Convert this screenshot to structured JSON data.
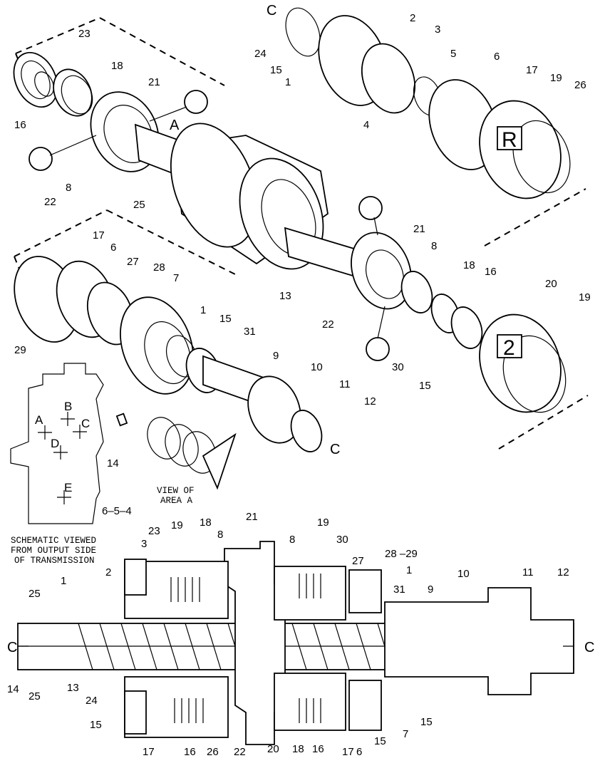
{
  "figure": {
    "section_letter": "C",
    "view_note": [
      "VIEW OF",
      "AREA A"
    ],
    "area_letter": "A",
    "schematic_note": [
      "SCHEMATIC VIEWED",
      "FROM OUTPUT SIDE",
      "OF TRANSMISSION"
    ],
    "schematic_points": [
      "A",
      "B",
      "C",
      "D",
      "E"
    ],
    "clutch_marks": {
      "top": "R",
      "middle": "2"
    }
  },
  "callouts_top": [
    "23",
    "18",
    "16",
    "21",
    "22",
    "8",
    "25",
    "24",
    "15",
    "1",
    "2",
    "3",
    "5",
    "4",
    "6",
    "17",
    "19",
    "26",
    "13",
    "21",
    "8"
  ],
  "callouts_middle": [
    "17",
    "6",
    "27",
    "28",
    "7",
    "1",
    "15",
    "31",
    "29",
    "9",
    "10",
    "11",
    "12",
    "14",
    "18",
    "16",
    "22",
    "30",
    "15",
    "20",
    "19"
  ],
  "callouts_section": {
    "top": [
      "6–5–4",
      "23",
      "19",
      "18",
      "8",
      "21",
      "8",
      "19",
      "30",
      "27",
      "28 –29",
      "1",
      "10",
      "11",
      "12",
      "2",
      "3",
      "1",
      "25",
      "31",
      "9"
    ],
    "bottom": [
      "14",
      "25",
      "13",
      "24",
      "15",
      "17",
      "16",
      "26",
      "22",
      "20",
      "18",
      "16",
      "17",
      "6",
      "15",
      "7",
      "15"
    ]
  }
}
